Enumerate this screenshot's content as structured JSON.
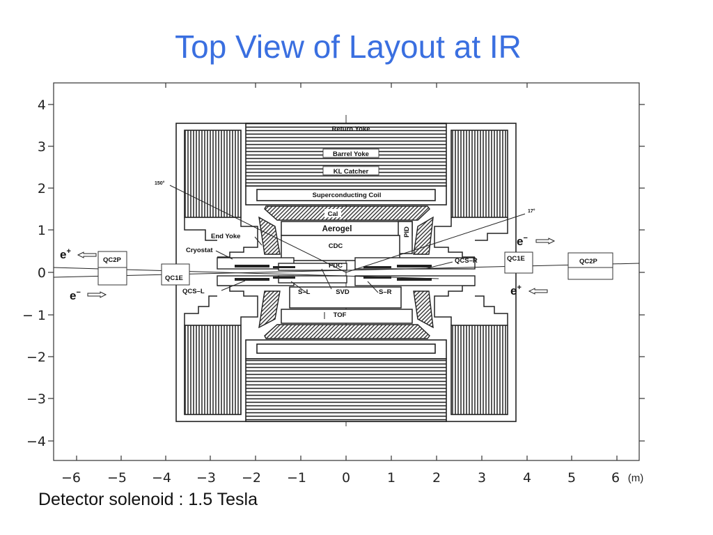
{
  "slide": {
    "title": "Top View of Layout at IR",
    "caption": "Detector solenoid : 1.5 Tesla"
  },
  "colors": {
    "title": "#3a6fe0",
    "ink": "#111111"
  },
  "diagram": {
    "labels": {
      "return_yoke": "Return  Yoke",
      "barrel_yoke": "Barrel  Yoke",
      "kl_catcher": "KL  Catcher",
      "sc_coil": "Superconducting  Coil",
      "cal": "Cal",
      "aerogel": "Aerogel",
      "pid": "PID",
      "cdc": "CDC",
      "pdc": "PDC",
      "svd": "SVD",
      "tof": "TOF",
      "end_yoke": "End Yoke",
      "cryostat": "Cryostat",
      "qc2p": "QC2P",
      "qc1e": "QC1E",
      "qcs_l": "QCS–L",
      "qcs_r": "QCS–R",
      "s_l": "S–L",
      "s_r": "S–R",
      "angle_150": "150°",
      "angle_17": "17°"
    },
    "beams": {
      "e_plus": "e",
      "e_minus": "e",
      "plus_sup": "+",
      "minus_sup": "−"
    },
    "x_ticks": [
      "−6",
      "−5",
      "−4",
      "−3",
      "−2",
      "−1",
      "0",
      "1",
      "2",
      "3",
      "4",
      "5",
      "6"
    ],
    "x_unit": "(m)",
    "y_ticks": [
      "4",
      "3",
      "2",
      "1",
      "0",
      "− 1",
      "−2",
      "−3",
      "−4"
    ]
  }
}
